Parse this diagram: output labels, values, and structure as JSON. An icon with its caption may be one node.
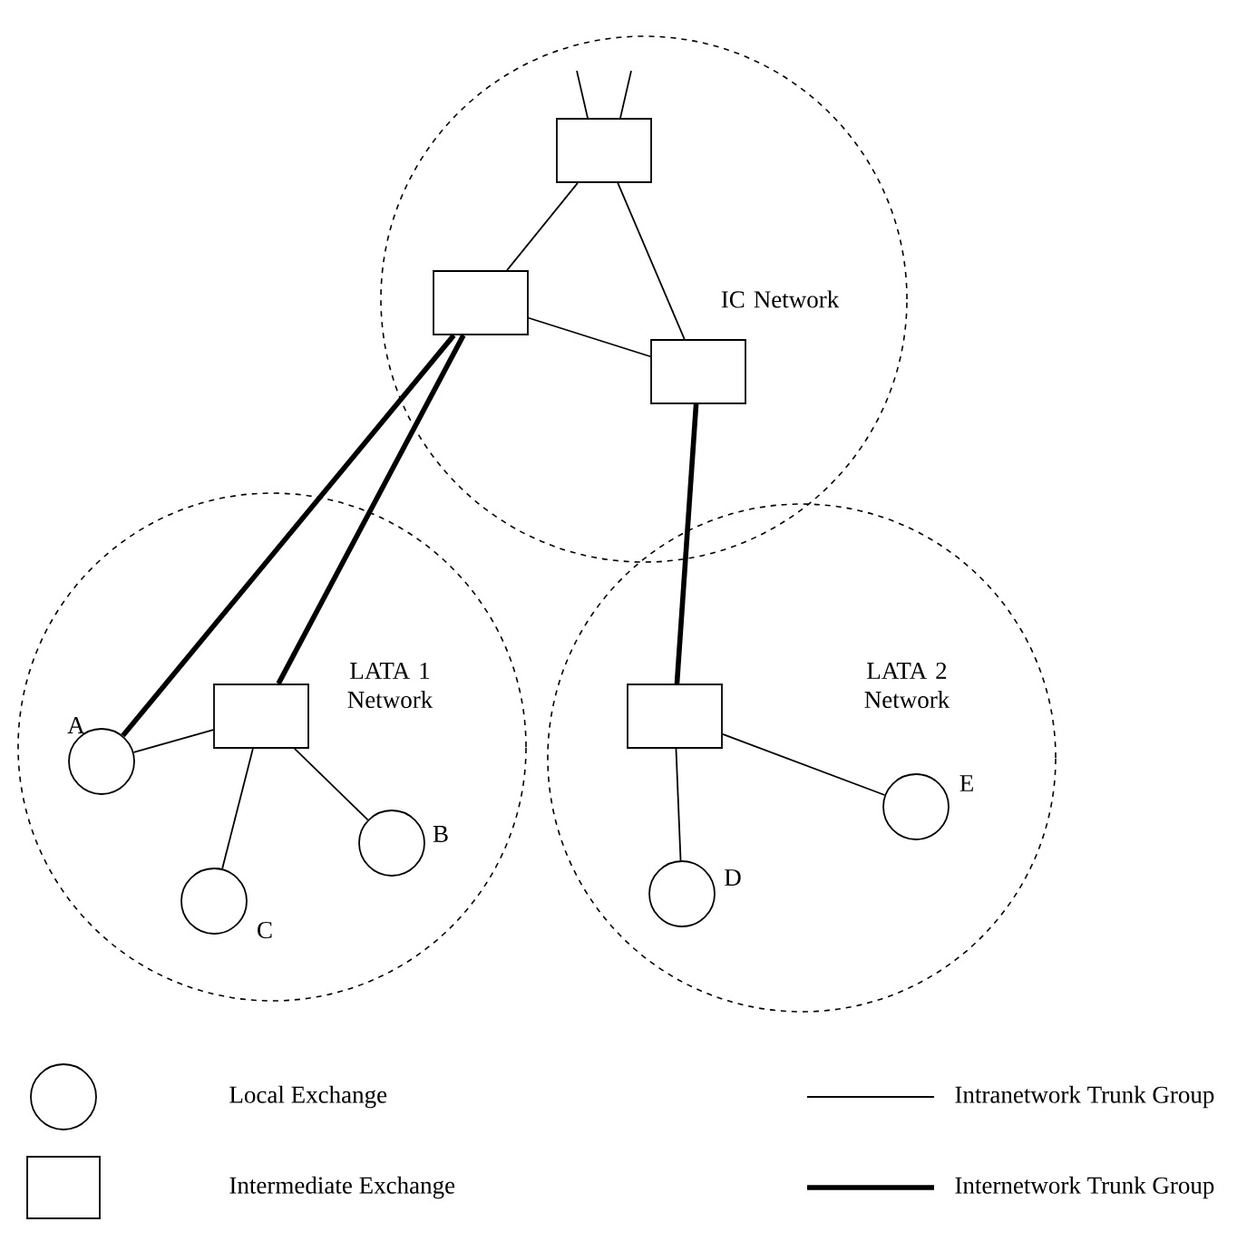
{
  "diagram": {
    "nodes": [
      {
        "text": [
          "IC Network"
        ]
      },
      {
        "text": [],
        "shape": "box",
        "in": 0
      },
      {
        "text": [],
        "shape": "box",
        "in": 0
      },
      {
        "text": [],
        "shape": "box",
        "in": 0
      },
      {
        "text": [
          "LATA 1 Network"
        ]
      },
      {
        "text": [],
        "shape": "box",
        "in": 4
      },
      {
        "text": [],
        "shape": "circle",
        "in": 4,
        "beside": [
          "A"
        ]
      },
      {
        "text": [],
        "shape": "circle",
        "in": 4,
        "beside": [
          "B"
        ]
      },
      {
        "text": [],
        "shape": "circle",
        "in": 4,
        "beside": [
          "C"
        ]
      },
      {
        "text": [
          "LATA 2 Network"
        ]
      },
      {
        "text": [],
        "shape": "box",
        "in": 9
      },
      {
        "text": [],
        "shape": "circle",
        "in": 9,
        "beside": [
          "D"
        ]
      },
      {
        "text": [],
        "shape": "circle",
        "in": 9,
        "beside": [
          "E"
        ]
      }
    ],
    "edges": [
      {
        "from": null,
        "to": 1,
        "arrow": "none"
      },
      {
        "from": null,
        "to": 1,
        "arrow": "none"
      },
      {
        "from": 1,
        "to": 2,
        "arrow": "none"
      },
      {
        "from": 1,
        "to": 3,
        "arrow": "none"
      },
      {
        "from": 2,
        "to": 3,
        "arrow": "none"
      },
      {
        "from": 2,
        "to": 6,
        "arrow": "none",
        "style": "thick"
      },
      {
        "from": 2,
        "to": 5,
        "arrow": "none",
        "style": "thick"
      },
      {
        "from": 3,
        "to": 10,
        "arrow": "none",
        "style": "thick"
      },
      {
        "from": 5,
        "to": 6,
        "arrow": "none"
      },
      {
        "from": 5,
        "to": 7,
        "arrow": "none"
      },
      {
        "from": 5,
        "to": 8,
        "arrow": "none"
      },
      {
        "from": 10,
        "to": 11,
        "arrow": "none"
      },
      {
        "from": 10,
        "to": 12,
        "arrow": "none"
      }
    ],
    "legend": [
      {
        "text": "Local Exchange"
      },
      {
        "text": "Intermediate Exchange"
      },
      {
        "text": "Intranetwork Trunk Group"
      },
      {
        "text": "Internetwork Trunk Group"
      }
    ]
  }
}
